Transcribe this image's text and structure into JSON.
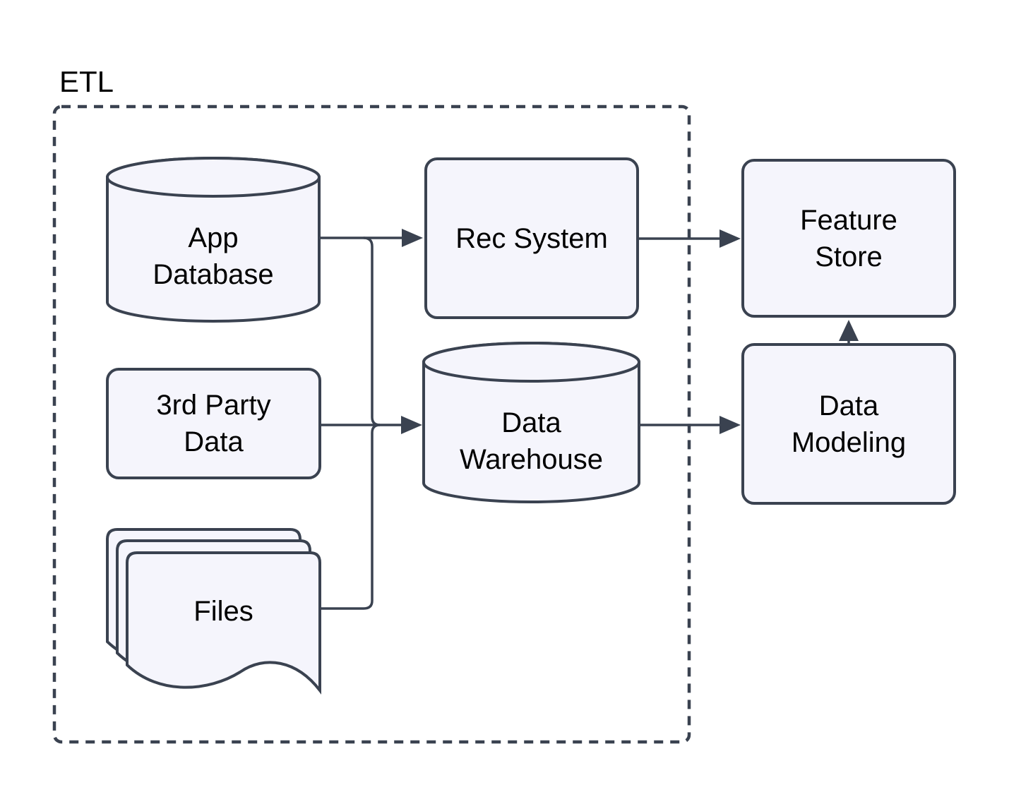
{
  "diagram": {
    "group_label": "ETL",
    "nodes": [
      {
        "id": "app-database",
        "label": "App Database",
        "shape": "cylinder",
        "inside_group": true
      },
      {
        "id": "rec-system",
        "label": "Rec System",
        "shape": "rounded-rect",
        "inside_group": true
      },
      {
        "id": "third-party-data",
        "label": "3rd Party Data",
        "shape": "rounded-rect",
        "inside_group": true
      },
      {
        "id": "data-warehouse",
        "label": "Data Warehouse",
        "shape": "cylinder",
        "inside_group": true
      },
      {
        "id": "files",
        "label": "Files",
        "shape": "document-stack",
        "inside_group": true
      },
      {
        "id": "feature-store",
        "label": "Feature Store",
        "shape": "rounded-rect",
        "inside_group": false
      },
      {
        "id": "data-modeling",
        "label": "Data Modeling",
        "shape": "rounded-rect",
        "inside_group": false
      }
    ],
    "edges": [
      {
        "from": "app-database",
        "to": "rec-system"
      },
      {
        "from": "app-database",
        "to": "data-warehouse"
      },
      {
        "from": "third-party-data",
        "to": "data-warehouse"
      },
      {
        "from": "files",
        "to": "data-warehouse"
      },
      {
        "from": "rec-system",
        "to": "feature-store"
      },
      {
        "from": "data-warehouse",
        "to": "data-modeling"
      },
      {
        "from": "data-modeling",
        "to": "feature-store"
      }
    ],
    "colors": {
      "background": "#FFFFFF",
      "node_fill": "#F5F5FC",
      "stroke": "#3A4250",
      "text": "#000000"
    }
  }
}
